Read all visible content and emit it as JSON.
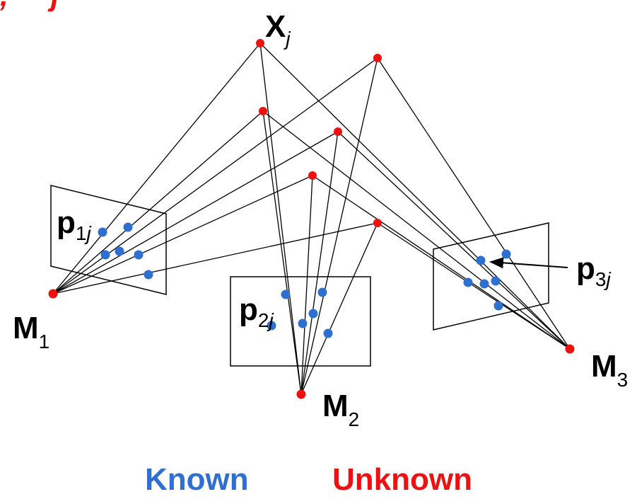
{
  "colors": {
    "known": "#2f6fd0",
    "unknown": "#ee1111",
    "line": "#000000"
  },
  "labels": {
    "world_point": {
      "main": "X",
      "sub": "j"
    },
    "camera_1": {
      "main": "M",
      "sub": "1"
    },
    "camera_2": {
      "main": "M",
      "sub": "2"
    },
    "camera_3": {
      "main": "M",
      "sub": "3"
    },
    "proj_1": {
      "main": "p",
      "sub1": "1",
      "sub2": "j"
    },
    "proj_2": {
      "main": "p",
      "sub1": "2",
      "sub2": "j"
    },
    "proj_3": {
      "main": "p",
      "sub1": "3",
      "sub2": "j"
    }
  },
  "legend": {
    "known": "Known",
    "unknown": "Unknown"
  }
}
